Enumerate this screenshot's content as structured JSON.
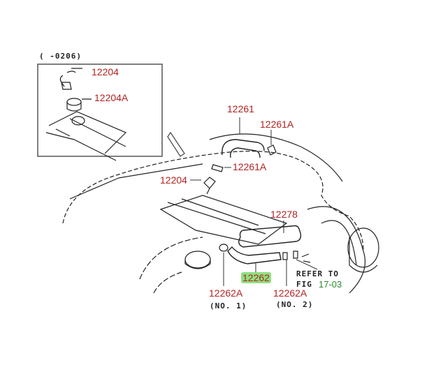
{
  "diagram": {
    "date_range": "(      -0206)",
    "labels": {
      "p12204_inset": "12204",
      "p12204A": "12204A",
      "p12261": "12261",
      "p12261A_top": "12261A",
      "p12261A_mid": "12261A",
      "p12204": "12204",
      "p12278": "12278",
      "p12262": "12262",
      "p12262A_1": "12262A",
      "p12262A_2": "12262A"
    },
    "notes": {
      "no1": "(NO. 1)",
      "no2": "(NO. 2)",
      "refer_line1": "REFER TO",
      "refer_line2": "FIG",
      "fig_ref": "17-03"
    },
    "colors": {
      "label": "#b22222",
      "highlight": "#8fe07f",
      "figref": "#2e8b2e"
    }
  }
}
